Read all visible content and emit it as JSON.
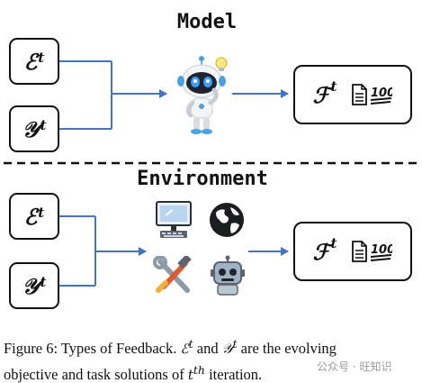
{
  "top": {
    "title": "Model",
    "inputs": [
      {
        "symbol": "ℰ",
        "sup": "t"
      },
      {
        "symbol": "𝒴",
        "sup": "t"
      }
    ],
    "agent_icon": "robot-mascot-icon",
    "output": {
      "symbol": "ℱ",
      "sup": "t",
      "icons": [
        "document-icon",
        "hundred-score-icon"
      ]
    }
  },
  "bottom": {
    "title": "Environment",
    "inputs": [
      {
        "symbol": "ℰ",
        "sup": "t"
      },
      {
        "symbol": "𝒴",
        "sup": "t"
      }
    ],
    "env_icons": [
      "computer-icon",
      "globe-icon",
      "tools-icon",
      "robot-face-icon"
    ],
    "output": {
      "symbol": "ℱ",
      "sup": "t",
      "icons": [
        "document-icon",
        "hundred-score-icon"
      ]
    }
  },
  "caption": {
    "prefix": "Figure 6: Types of Feedback.",
    "e_sym": "ℰ",
    "e_sup": "t",
    "and": "and",
    "y_sym": "𝒴",
    "y_sup": "t",
    "rest1": "are the evolving",
    "rest2": "objective and task solutions of",
    "t_sym": "t",
    "t_sup": "th",
    "rest3": "iteration."
  },
  "watermark": "公众号 · 旺知识",
  "colors": {
    "arrow": "#4472c4",
    "border": "#111111",
    "divider": "#111111"
  }
}
